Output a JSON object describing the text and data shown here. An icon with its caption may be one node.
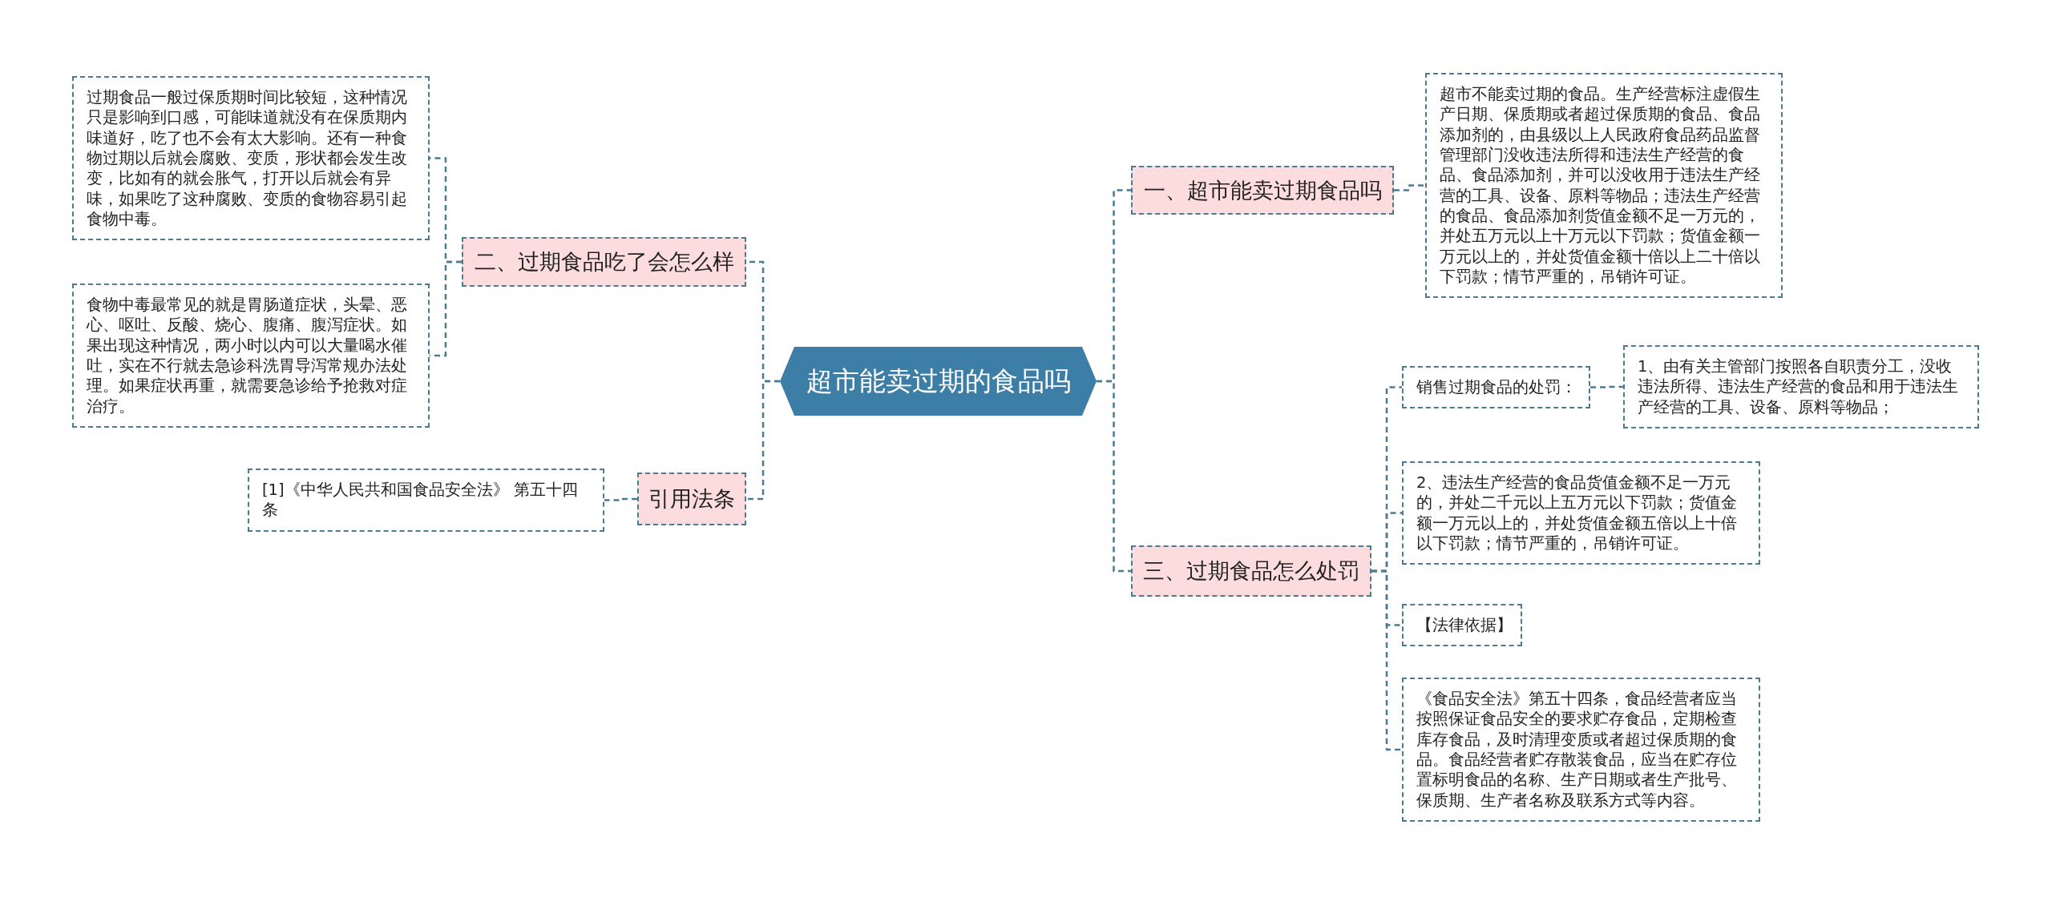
{
  "diagram": {
    "nodes": [
      {
        "text": [
          "超市能卖过期的食品吗"
        ]
      },
      {
        "text": [
          "一、超市能卖过期食品吗"
        ]
      },
      {
        "text": [
          "超市不能卖过期的食品。生产经营标注虚假生产日期、保质期或者超过保质期的食品、食品添加剂的，由县级以上人民政府食品药品监督管理部门没收违法所得和违法生产经营的食品、食品添加剂，并可以没收用于违法生产经营的工具、设备、原料等物品；违法生产经营的食品、食品添加剂货值金额不足一万元的，并处五万元以上十万元以下罚款；货值金额一万元以上的，并处货值金额十倍以上二十倍以下罚款；情节严重的，吊销许可证。"
        ]
      },
      {
        "text": [
          "二、过期食品吃了会怎么样"
        ]
      },
      {
        "text": [
          "过期食品一般过保质期时间比较短，这种情况只是影响到口感，可能味道就没有在保质期内味道好，吃了也不会有太大影响。还有一种食物过期以后就会腐败、变质，形状都会发生改变，比如有的就会胀气，打开以后就会有异味，如果吃了这种腐败、变质的食物容易引起食物中毒。"
        ]
      },
      {
        "text": [
          "食物中毒最常见的就是胃肠道症状，头晕、恶心、呕吐、反酸、烧心、腹痛、腹泻症状。如果出现这种情况，两小时以内可以大量喝水催吐，实在不行就去急诊科洗胃导泻常规办法处理。如果症状再重，就需要急诊给予抢救对症治疗。"
        ]
      },
      {
        "text": [
          "引用法条"
        ]
      },
      {
        "text": [
          "[1]《中华人民共和国食品安全法》 第五十四条"
        ]
      },
      {
        "text": [
          "三、过期食品怎么处罚"
        ]
      },
      {
        "text": [
          "销售过期食品的处罚："
        ]
      },
      {
        "text": [
          "1、由有关主管部门按照各自职责分工，没收违法所得、违法生产经营的食品和用于违法生产经营的工具、设备、原料等物品；"
        ]
      },
      {
        "text": [
          "2、违法生产经营的食品货值金额不足一万元的，并处二千元以上五万元以下罚款；货值金额一万元以上的，并处货值金额五倍以上十倍以下罚款；情节严重的，吊销许可证。"
        ]
      },
      {
        "text": [
          "【法律依据】"
        ]
      },
      {
        "text": [
          "《食品安全法》第五十四条，食品经营者应当按照保证食品安全的要求贮存食品，定期检查库存食品，及时清理变质或者超过保质期的食品。食品经营者贮存散装食品，应当在贮存位置标明食品的名称、生产日期或者生产批号、保质期、生产者名称及联系方式等内容。"
        ]
      }
    ],
    "edges": [
      {
        "from": 0,
        "to": 1,
        "arrow": "none",
        "style": "dashed"
      },
      {
        "from": 1,
        "to": 2,
        "arrow": "none",
        "style": "dashed"
      },
      {
        "from": 0,
        "to": 3,
        "arrow": "none",
        "style": "dashed"
      },
      {
        "from": 3,
        "to": 4,
        "arrow": "none",
        "style": "dashed"
      },
      {
        "from": 3,
        "to": 5,
        "arrow": "none",
        "style": "dashed"
      },
      {
        "from": 0,
        "to": 6,
        "arrow": "none",
        "style": "dashed"
      },
      {
        "from": 6,
        "to": 7,
        "arrow": "none",
        "style": "dashed"
      },
      {
        "from": 0,
        "to": 8,
        "arrow": "none",
        "style": "dashed"
      },
      {
        "from": 8,
        "to": 9,
        "arrow": "none",
        "style": "dashed"
      },
      {
        "from": 9,
        "to": 10,
        "arrow": "none",
        "style": "dashed"
      },
      {
        "from": 8,
        "to": 11,
        "arrow": "none",
        "style": "dashed"
      },
      {
        "from": 8,
        "to": 12,
        "arrow": "none",
        "style": "dashed"
      },
      {
        "from": 8,
        "to": 13,
        "arrow": "none",
        "style": "dashed"
      }
    ]
  }
}
